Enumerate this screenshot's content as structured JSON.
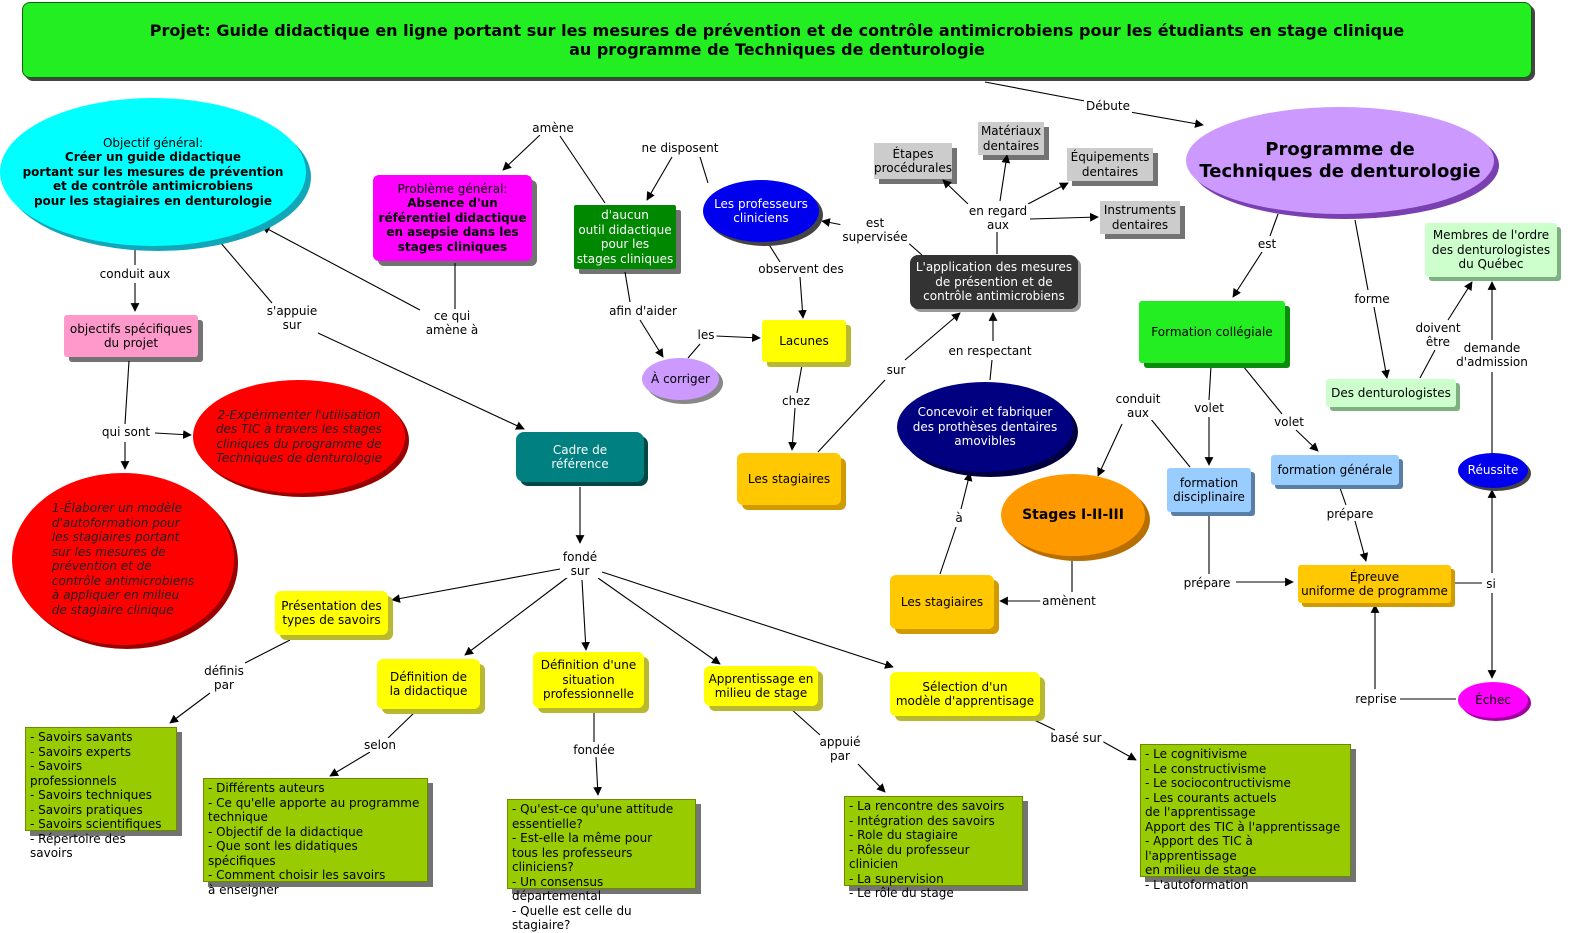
{
  "title": {
    "line1": "Projet: Guide didactique en ligne portant sur les mesures de prévention et de contrôle antimicrobiens pour les étudiants en stage clinique",
    "line2": "au programme de Techniques de denturologie"
  },
  "nodes": {
    "objectif_general": {
      "head": "Objectif général:",
      "body": "Créer un guide didactique\nportant sur les mesures de prévention\net de contrôle antimicrobiens\npour les stagiaires en denturologie"
    },
    "probleme_general": {
      "head": "Problème général:",
      "body": "Absence d'un\nréférentiel didactique\nen asepsie dans les\nstages cliniques"
    },
    "aucun_outil": "d'aucun\noutil didactique\npour les\nstages cliniques",
    "professeurs": "Les professeurs\ncliniciens",
    "a_corriger": "À corriger",
    "lacunes": "Lacunes",
    "stagiaires_1": "Les stagiaires",
    "application": "L'application des mesures\nde présention et de\ncontrôle antimicrobiens",
    "etapes": "Étapes\nprocédurales",
    "materiaux": "Matériaux\ndentaires",
    "equipements": "Équipements\ndentaires",
    "instruments": "Instruments\ndentaires",
    "programme": "Programme de\nTechniques de denturologie",
    "objectifs_specifiques": "objectifs spécifiques\ndu projet",
    "obj2": "2-Expérimenter l'utilisation\ndes TIC à travers les stages\ncliniques du programme de\nTechniques de denturologie",
    "obj1": "1-Élaborer un modèle\nd'autoformation pour\nles stagiaires portant\nsur les mesures de\nprévention et de\ncontrôle antimicrobiens\nà appliquer en milieu\nde stagiaire clinique",
    "cadre": "Cadre de\nréférence",
    "concevoir": "Concevoir et fabriquer\ndes prothèses dentaires\namovibles",
    "stages": "Stages I-II-III",
    "stagiaires_2": "Les stagiaires",
    "formation_collegiale": "Formation collégiale",
    "formation_disciplinaire": "formation\ndisciplinaire",
    "formation_generale": "formation générale",
    "denturologistes": "Des denturologistes",
    "membres": "Membres de l'ordre\ndes denturologistes\ndu Québec",
    "reussite": "Réussite",
    "epreuve": "Épreuve\nuniforme de programme",
    "echec": "Échec",
    "presentation": "Présentation des\ntypes de savoirs",
    "definition_didactique": "Définition de\nla didactique",
    "definition_situation": "Définition d'une\nsituation\nprofessionnelle",
    "apprentissage_milieu": "Apprentissage en\nmilieu de stage",
    "selection_modele": "Sélection d'un\nmodèle d'apprentisage",
    "savoirs": "- Savoirs savants\n- Savoirs experts\n- Savoirs professionnels\n- Savoirs techniques\n- Savoirs pratiques\n- Savoirs scientifiques\n- Répertoire des savoirs",
    "auteurs": "- Différents auteurs\n- Ce qu'elle apporte au programme\ntechnique\n- Objectif de la didactique\n- Que sont les didatiques spécifiques\n- Comment choisir les savoirs\nà enseigner",
    "attitude": "- Qu'est-ce qu'une attitude\nessentielle?\n- Est-elle la même pour\ntous les professeurs cliniciens?\n- Un consensus départemental\n- Quelle est celle du stagiaire?",
    "rencontre": "- La rencontre des savoirs\n- Intégration des savoirs\n- Role du stagiaire\n- Rôle du professeur clinicien\n- La supervision\n- Le rôle du stage",
    "cognitivisme": "- Le cognitivisme\n- Le constructivisme\n- Le sociocontructivisme\n- Les courants actuels\nde l'apprentissage\nApport des TIC à l'apprentissage\n- Apport des TIC à l'apprentissage\nen milieu de stage\n- L'autoformation"
  },
  "links": {
    "debute": "Débute",
    "amene": "amène",
    "ne_disposent": "ne disposent",
    "conduit_aux": "conduit aux",
    "ce_qui_amene": "ce qui\namène à",
    "s_appuie_sur": "s'appuie\nsur",
    "qui_sont": "qui sont",
    "afin_d_aider": "afin d'aider",
    "les": "les",
    "observent_des": "observent des",
    "chez": "chez",
    "est_supervisee": "est\nsupervisée",
    "en_regard_aux": "en regard\naux",
    "sur": "sur",
    "en_respectant": "en respectant",
    "est": "est",
    "forme": "forme",
    "doivent_etre": "doivent\nêtre",
    "demande_admission": "demande\nd'admission",
    "conduit_aux_2": "conduit\naux",
    "volet_1": "volet",
    "volet_2": "volet",
    "a": "à",
    "amenent": "amènent",
    "prepare_1": "prépare",
    "prepare_2": "prépare",
    "si": "si",
    "reprise": "reprise",
    "fonde_sur": "fondé\nsur",
    "definis_par": "définis\npar",
    "selon": "selon",
    "fondee": "fondée",
    "appuie_par": "appuié\npar",
    "base_sur": "basé sur"
  },
  "colors": {
    "title": "#22ee22",
    "cyan": "#00ffff",
    "magenta": "#ff00ff",
    "dark_green": "#008800",
    "blue": "#0000ee",
    "lavender": "#cc99ff",
    "yellow": "#ffff00",
    "orange": "#ffc800",
    "charcoal": "#333333",
    "gray": "#cccccc",
    "pink": "#ff99cc",
    "red": "#ff0000",
    "teal": "#008080",
    "navy": "#000080",
    "dark_orange": "#ff9900",
    "light_green": "#ccffcc",
    "light_blue": "#99ccff",
    "olive": "#99cc00"
  }
}
